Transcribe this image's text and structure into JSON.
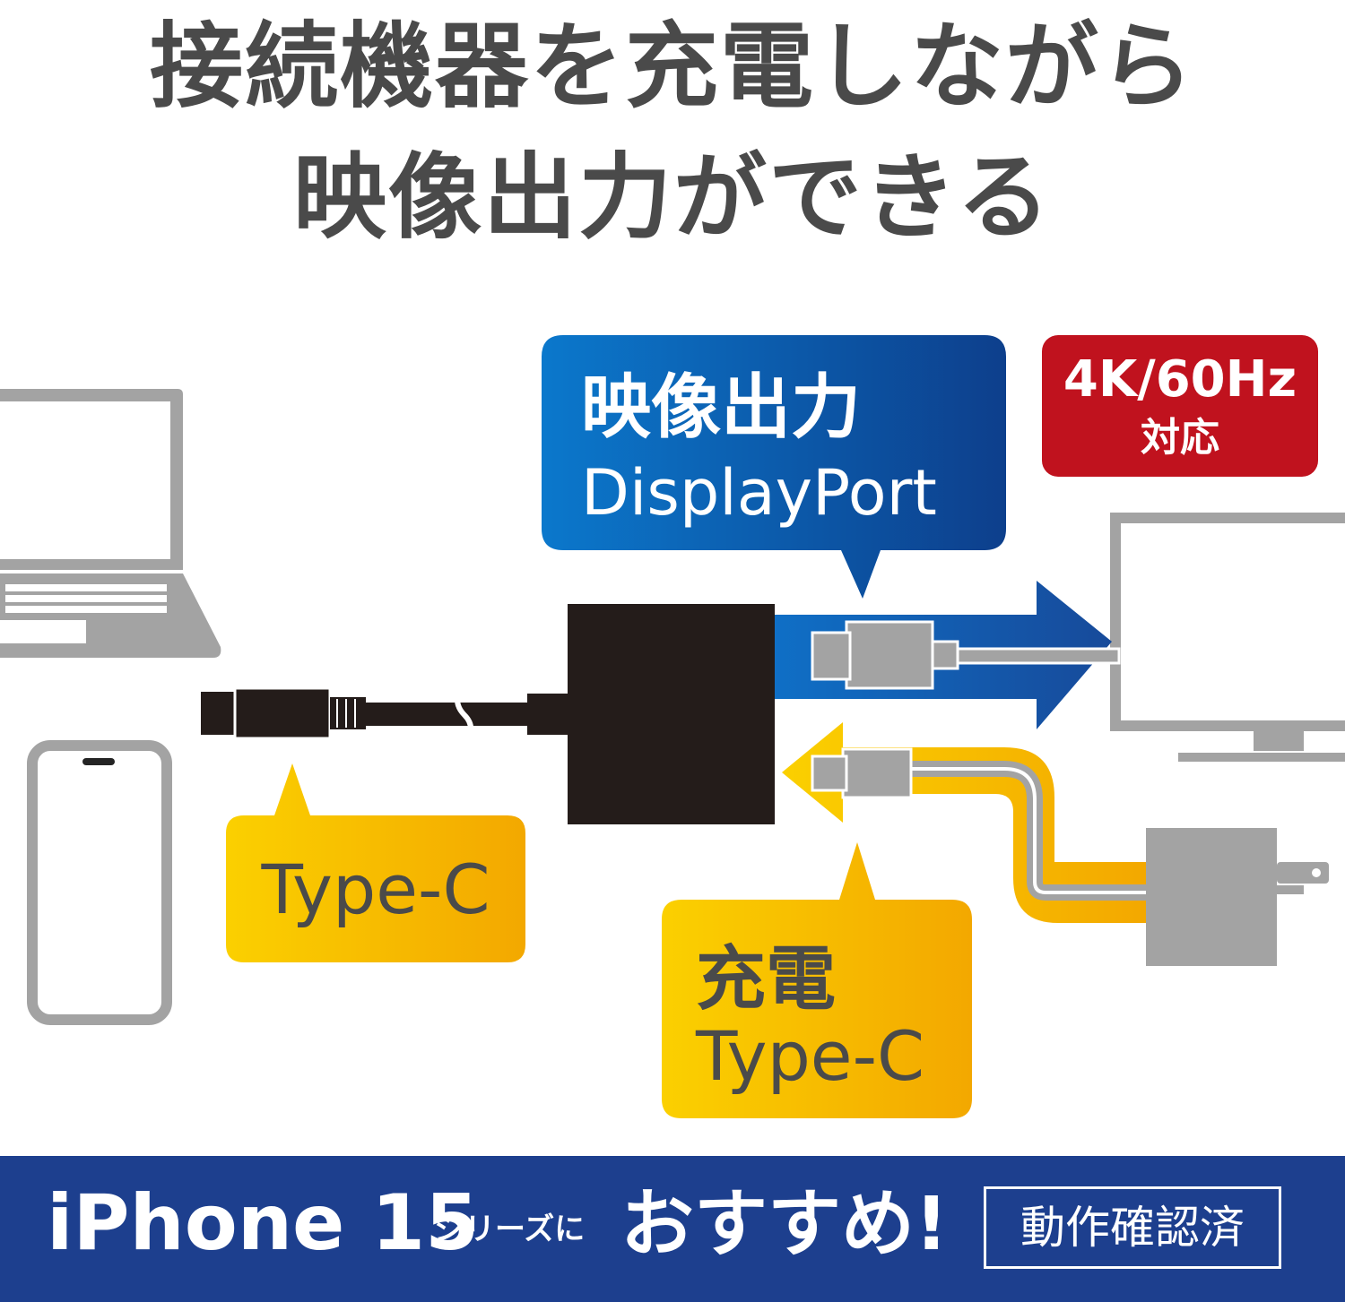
{
  "headline": {
    "line1": "接続機器を充電しながら",
    "line2": "映像出力ができる"
  },
  "video_bubble": {
    "title": "映像出力",
    "subtitle": "DisplayPort"
  },
  "resolution_badge": {
    "line1": "4K/60Hz",
    "line2": "対応"
  },
  "input_bubble": {
    "label": "Type-C"
  },
  "charge_bubble": {
    "title": "充電",
    "subtitle": "Type-C"
  },
  "footer": {
    "iphone": "iPhone 15",
    "series": "シリーズに",
    "recommend": "おすすめ!",
    "verified": "動作確認済"
  },
  "colors": {
    "headline_text": "#4a4a4a",
    "video_bubble": "#0a5fb0",
    "badge": "#c0121e",
    "yellow_bubble": "#f5b800",
    "footer": "#1d3f8e",
    "device_gray": "#a3a3a3",
    "adapter": "#241c1a"
  },
  "icons": [
    "laptop-icon",
    "smartphone-icon",
    "monitor-icon",
    "power-adapter-icon"
  ]
}
